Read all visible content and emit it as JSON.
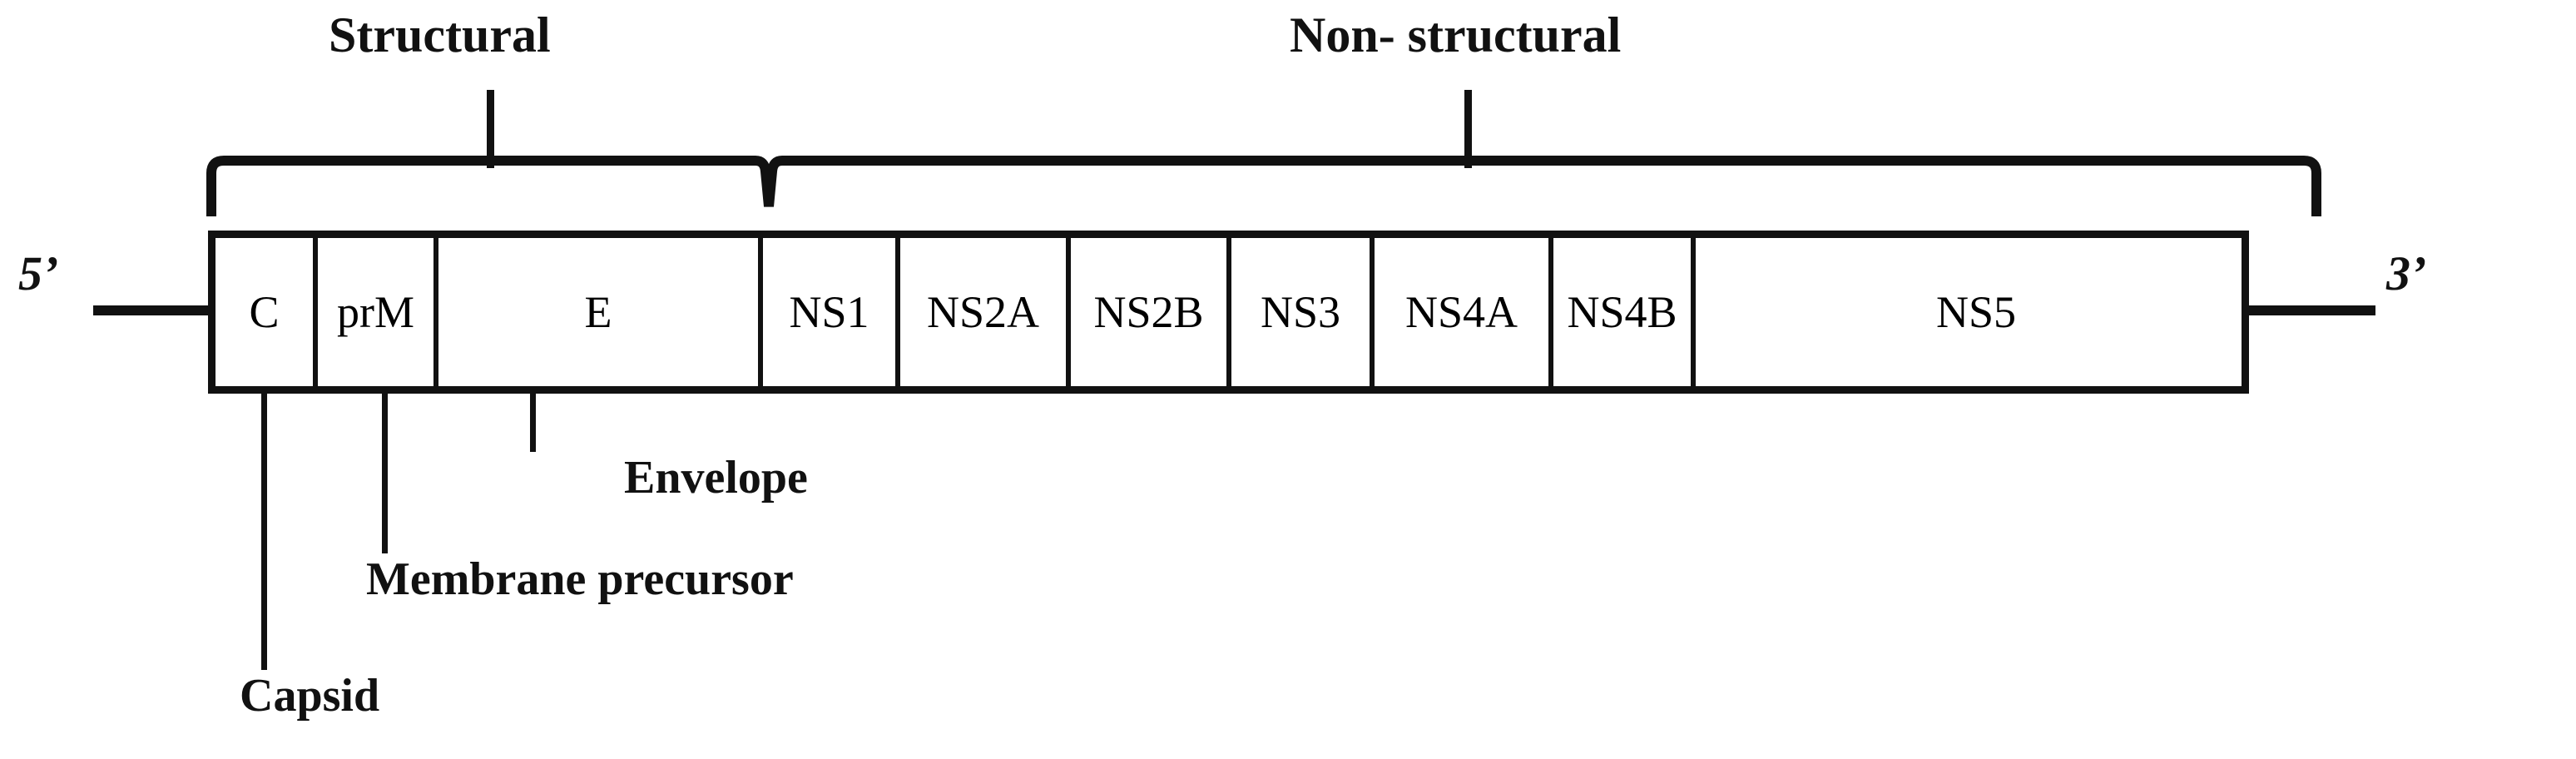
{
  "diagram": {
    "title_groups": [
      {
        "label": "Structural"
      },
      {
        "label": "Non- structural"
      }
    ],
    "ends": {
      "five_prime": "5’",
      "three_prime": "3’"
    },
    "genes": [
      {
        "label": "C"
      },
      {
        "label": "prM"
      },
      {
        "label": "E"
      },
      {
        "label": "NS1"
      },
      {
        "label": "NS2A"
      },
      {
        "label": "NS2B"
      },
      {
        "label": "NS3"
      },
      {
        "label": "NS4A"
      },
      {
        "label": "NS4B"
      },
      {
        "label": "NS5"
      }
    ],
    "annotations": [
      {
        "label": "Envelope"
      },
      {
        "label": "Membrane precursor"
      },
      {
        "label": "Capsid"
      }
    ],
    "colors": {
      "stroke": "#111111",
      "background": "#ffffff"
    }
  }
}
